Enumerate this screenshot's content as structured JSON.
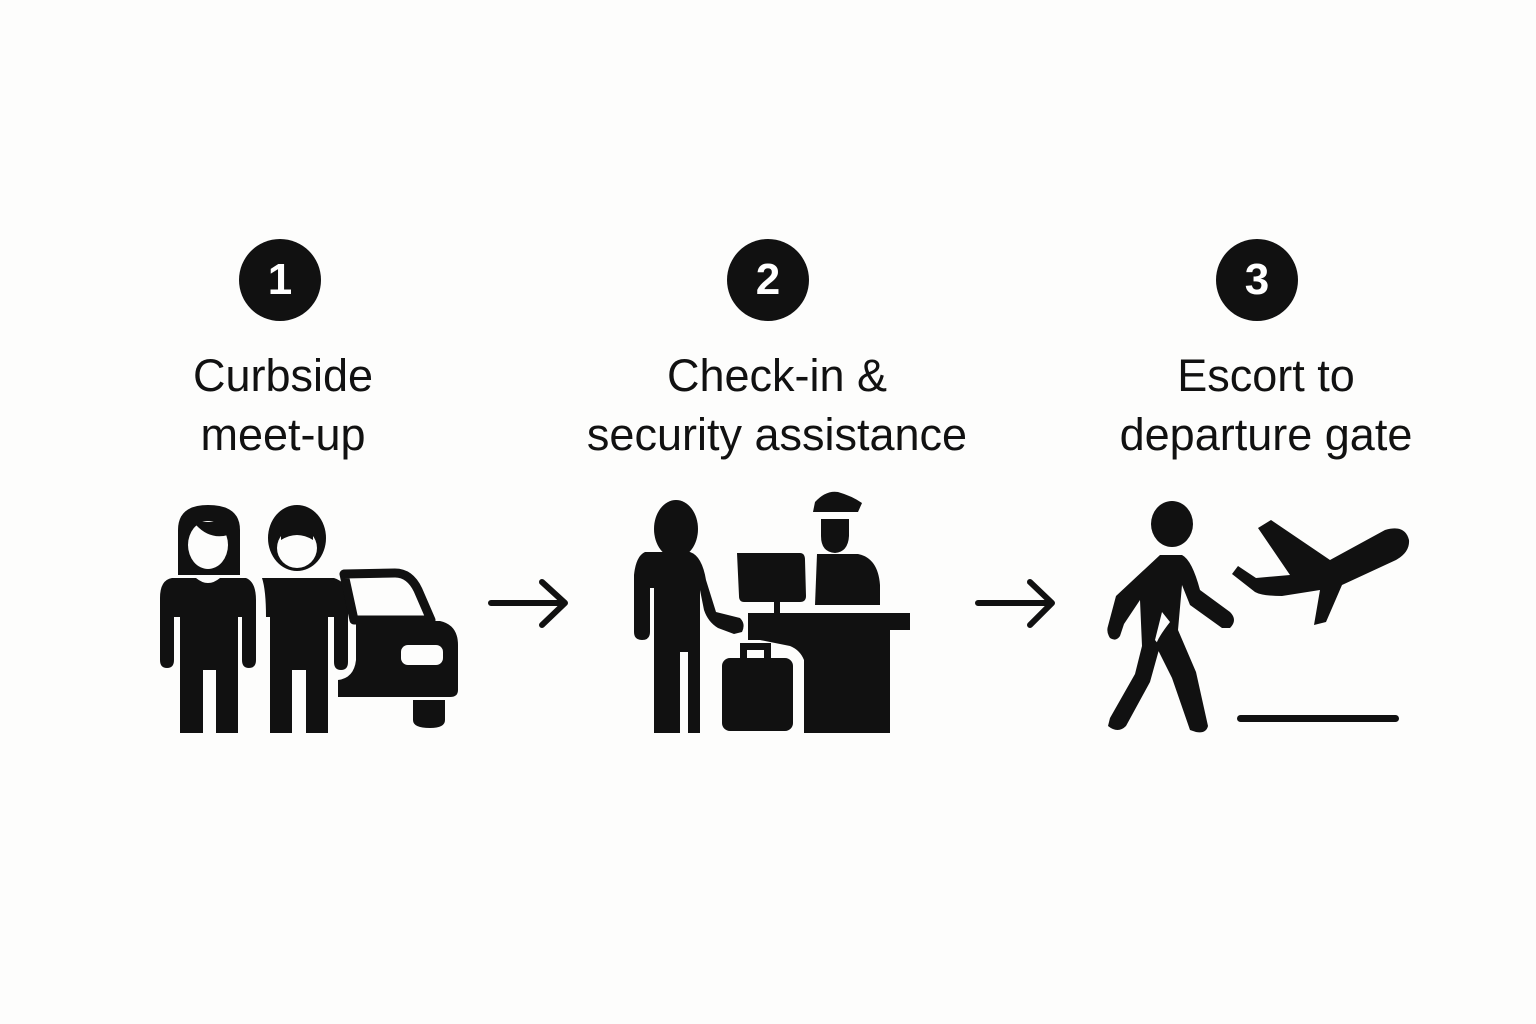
{
  "steps": [
    {
      "number": "1",
      "title_line1": "Curbside",
      "title_line2": "meet-up",
      "icon": "people-car-icon"
    },
    {
      "number": "2",
      "title_line1": "Check-in &",
      "title_line2": "security assistance",
      "icon": "check-in-desk-icon"
    },
    {
      "number": "3",
      "title_line1": "Escort to",
      "title_line2": "departure gate",
      "icon": "walker-departure-icon"
    }
  ],
  "colors": {
    "ink": "#111111",
    "background": "#fdfdfc"
  }
}
